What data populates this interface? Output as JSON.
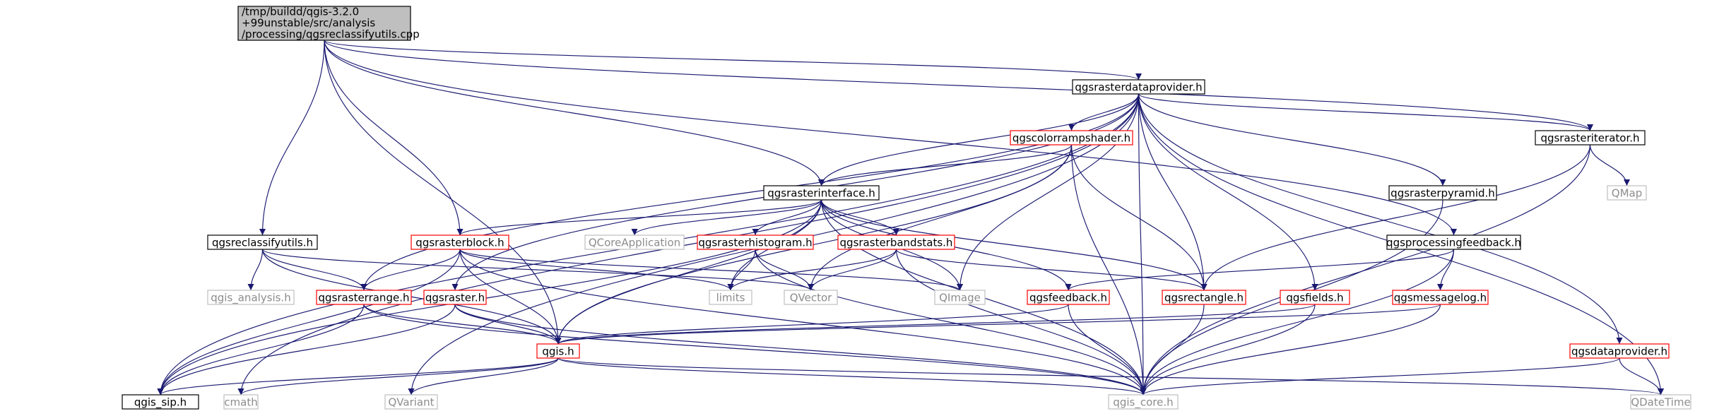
{
  "colors": {
    "edge": "#191970",
    "root_fill": "#bfbfbf",
    "node_fill": "#ffffff",
    "border_normal": "#000000",
    "border_truncated": "#ff0000",
    "border_external": "#bfbfbf",
    "text_normal": "#000000",
    "text_external": "#8c8c8c"
  },
  "graph": {
    "root": {
      "label": "/tmp/buildd/qgis-3.2.0\n+99unstable/src/analysis\n/processing/qgsreclassifyutils.cpp",
      "lines": [
        "/tmp/buildd/qgis-3.2.0",
        "+99unstable/src/analysis",
        "/processing/qgsreclassifyutils.cpp"
      ]
    },
    "nodes": [
      {
        "id": "rdp",
        "label": "qgsrasterdataprovider.h",
        "kind": "normal"
      },
      {
        "id": "crs",
        "label": "qgscolorrampshader.h",
        "kind": "truncated"
      },
      {
        "id": "rit",
        "label": "qgsrasteriterator.h",
        "kind": "normal"
      },
      {
        "id": "rif",
        "label": "qgsrasterinterface.h",
        "kind": "normal"
      },
      {
        "id": "rpy",
        "label": "qgsrasterpyramid.h",
        "kind": "normal"
      },
      {
        "id": "qmap",
        "label": "QMap",
        "kind": "external"
      },
      {
        "id": "ru",
        "label": "qgsreclassifyutils.h",
        "kind": "normal"
      },
      {
        "id": "rbl",
        "label": "qgsrasterblock.h",
        "kind": "truncated"
      },
      {
        "id": "qca",
        "label": "QCoreApplication",
        "kind": "external"
      },
      {
        "id": "rhi",
        "label": "qgsrasterhistogram.h",
        "kind": "truncated"
      },
      {
        "id": "rbs",
        "label": "qgsrasterbandstats.h",
        "kind": "truncated"
      },
      {
        "id": "pfb",
        "label": "qgsprocessingfeedback.h",
        "kind": "normal"
      },
      {
        "id": "qan",
        "label": "qgis_analysis.h",
        "kind": "external"
      },
      {
        "id": "rrg",
        "label": "qgsrasterrange.h",
        "kind": "truncated"
      },
      {
        "id": "rst",
        "label": "qgsraster.h",
        "kind": "truncated"
      },
      {
        "id": "lim",
        "label": "limits",
        "kind": "external"
      },
      {
        "id": "qvec",
        "label": "QVector",
        "kind": "external"
      },
      {
        "id": "qimg",
        "label": "QImage",
        "kind": "external"
      },
      {
        "id": "fb",
        "label": "qgsfeedback.h",
        "kind": "truncated"
      },
      {
        "id": "rect",
        "label": "qgsrectangle.h",
        "kind": "truncated"
      },
      {
        "id": "flds",
        "label": "qgsfields.h",
        "kind": "truncated"
      },
      {
        "id": "ml",
        "label": "qgsmessagelog.h",
        "kind": "truncated"
      },
      {
        "id": "qgis",
        "label": "qgis.h",
        "kind": "truncated"
      },
      {
        "id": "dp",
        "label": "qgsdataprovider.h",
        "kind": "truncated"
      },
      {
        "id": "sip",
        "label": "qgis_sip.h",
        "kind": "normal"
      },
      {
        "id": "cmath",
        "label": "cmath",
        "kind": "external"
      },
      {
        "id": "qvar",
        "label": "QVariant",
        "kind": "external"
      },
      {
        "id": "core",
        "label": "qgis_core.h",
        "kind": "external"
      },
      {
        "id": "qdt",
        "label": "QDateTime",
        "kind": "external"
      }
    ],
    "edges": [
      [
        "root",
        "rdp"
      ],
      [
        "root",
        "rit"
      ],
      [
        "root",
        "rif"
      ],
      [
        "root",
        "ru"
      ],
      [
        "root",
        "rbl"
      ],
      [
        "root",
        "pfb"
      ],
      [
        "root",
        "qgis"
      ],
      [
        "rdp",
        "crs"
      ],
      [
        "rdp",
        "rit"
      ],
      [
        "rdp",
        "rif"
      ],
      [
        "rdp",
        "rpy"
      ],
      [
        "rdp",
        "rrg"
      ],
      [
        "rdp",
        "rst"
      ],
      [
        "rdp",
        "qimg"
      ],
      [
        "rdp",
        "rect"
      ],
      [
        "rdp",
        "flds"
      ],
      [
        "rdp",
        "dp"
      ],
      [
        "rdp",
        "core"
      ],
      [
        "rdp",
        "sip"
      ],
      [
        "rdp",
        "cmath"
      ],
      [
        "rdp",
        "qvar"
      ],
      [
        "rdp",
        "qdt"
      ],
      [
        "crs",
        "rif"
      ],
      [
        "crs",
        "rect"
      ],
      [
        "crs",
        "qvec"
      ],
      [
        "crs",
        "core"
      ],
      [
        "crs",
        "qgis"
      ],
      [
        "rit",
        "rect"
      ],
      [
        "rit",
        "qmap"
      ],
      [
        "rit",
        "core"
      ],
      [
        "rif",
        "rbl"
      ],
      [
        "rif",
        "qca"
      ],
      [
        "rif",
        "rhi"
      ],
      [
        "rif",
        "rbs"
      ],
      [
        "rif",
        "lim"
      ],
      [
        "rif",
        "qimg"
      ],
      [
        "rif",
        "fb"
      ],
      [
        "rif",
        "rect"
      ],
      [
        "rif",
        "core"
      ],
      [
        "rif",
        "qgis"
      ],
      [
        "rif",
        "sip"
      ],
      [
        "rpy",
        "core"
      ],
      [
        "ru",
        "qan"
      ],
      [
        "ru",
        "rrg"
      ],
      [
        "ru",
        "qgis"
      ],
      [
        "ru",
        "qvec"
      ],
      [
        "rbl",
        "rrg"
      ],
      [
        "rbl",
        "qgis"
      ],
      [
        "rbl",
        "lim"
      ],
      [
        "rbl",
        "qimg"
      ],
      [
        "rbl",
        "core"
      ],
      [
        "rbl",
        "sip"
      ],
      [
        "rhi",
        "lim"
      ],
      [
        "rhi",
        "qvec"
      ],
      [
        "rhi",
        "core"
      ],
      [
        "rbs",
        "lim"
      ],
      [
        "rbs",
        "qvec"
      ],
      [
        "rbs",
        "rect"
      ],
      [
        "rbs",
        "core"
      ],
      [
        "pfb",
        "fb"
      ],
      [
        "pfb",
        "ml"
      ],
      [
        "pfb",
        "core"
      ],
      [
        "rrg",
        "qgis"
      ],
      [
        "rrg",
        "sip"
      ],
      [
        "rrg",
        "core"
      ],
      [
        "rst",
        "qgis"
      ],
      [
        "rst",
        "sip"
      ],
      [
        "rst",
        "core"
      ],
      [
        "fb",
        "qgis"
      ],
      [
        "fb",
        "core"
      ],
      [
        "rect",
        "core"
      ],
      [
        "flds",
        "qgis"
      ],
      [
        "flds",
        "core"
      ],
      [
        "ml",
        "qgis"
      ],
      [
        "ml",
        "core"
      ],
      [
        "qgis",
        "sip"
      ],
      [
        "qgis",
        "cmath"
      ],
      [
        "qgis",
        "qvar"
      ],
      [
        "qgis",
        "core"
      ],
      [
        "qgis",
        "qdt"
      ],
      [
        "dp",
        "core"
      ],
      [
        "dp",
        "qdt"
      ]
    ]
  }
}
